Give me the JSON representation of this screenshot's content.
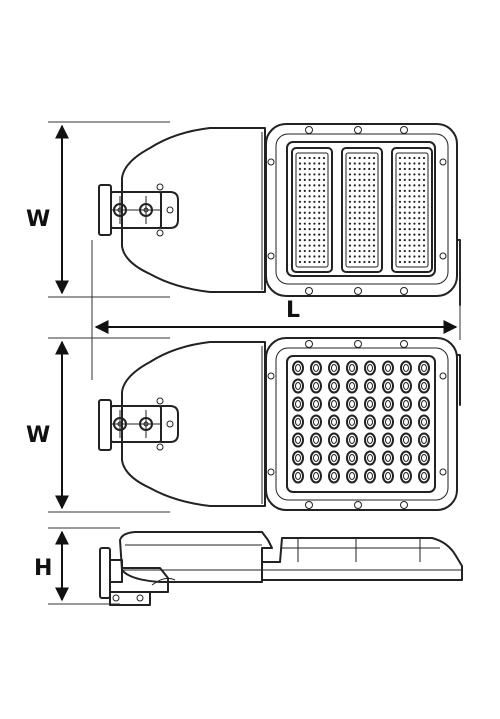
{
  "dimensions": {
    "width_label": "W",
    "length_label": "L",
    "height_label": "H"
  },
  "views": [
    "top-view-chip-module",
    "top-view-lens-array",
    "side-view"
  ],
  "lens_grid": {
    "rows": 7,
    "cols": 8
  },
  "chip_modules": 3
}
